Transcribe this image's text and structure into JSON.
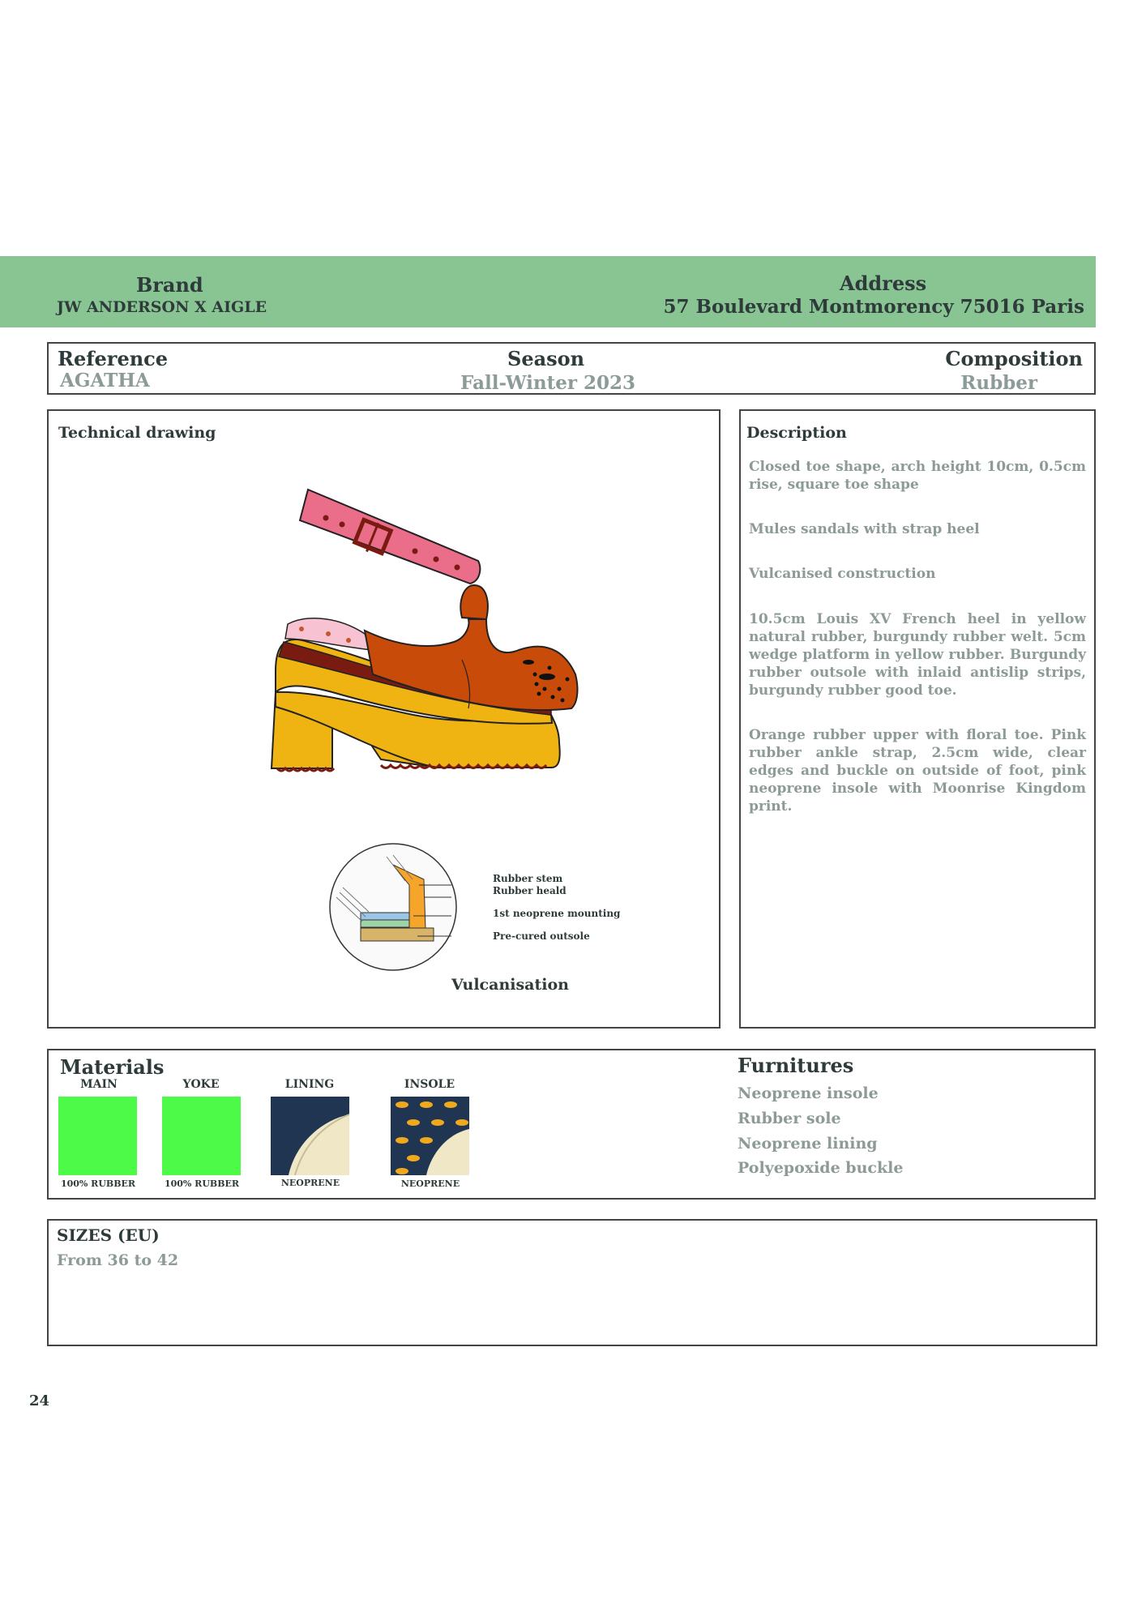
{
  "header": {
    "brand_title": "Brand",
    "brand_value": "JW ANDERSON X AIGLE",
    "address_title": "Address",
    "address_value": "57 Boulevard Montmorency 75016 Paris",
    "band_color": "#88c593"
  },
  "reference": {
    "reference_title": "Reference",
    "reference_value": "AGATHA",
    "season_title": "Season",
    "season_value": "Fall-Winter 2023",
    "composition_title": "Composition",
    "composition_value": "Rubber"
  },
  "technical_drawing": {
    "title": "Technical drawing",
    "callouts": [
      "Rubber stem",
      "Rubber heald",
      "1st neoprene mounting",
      "Pre-cured outsole"
    ],
    "caption": "Vulcanisation"
  },
  "description": {
    "title": "Description",
    "paragraphs": [
      "Closed toe shape, arch height 10cm, 0.5cm rise, square toe shape",
      "Mules sandals with strap heel",
      "Vulcanised construction",
      "10.5cm Louis XV French heel in yellow natural rubber, burgundy rubber welt. 5cm wedge platform in yellow rubber. Burgundy rubber outsole with inlaid antislip strips, burgundy rubber good toe.",
      "Orange rubber upper with floral toe. Pink rubber ankle strap, 2.5cm wide, clear edges and buckle on outside of foot, pink neoprene insole with Moonrise Kingdom print."
    ]
  },
  "materials": {
    "title": "Materials",
    "swatches": [
      {
        "label": "MAIN",
        "caption": "100% RUBBER",
        "color": "#4dfa47"
      },
      {
        "label": "YOKE",
        "caption": "100% RUBBER",
        "color": "#4dfa47"
      },
      {
        "label": "LINING",
        "caption": "NEOPRENE",
        "color": "#1f3552"
      },
      {
        "label": "INSOLE",
        "caption": "NEOPRENE",
        "color": "#1f3552"
      }
    ]
  },
  "furnitures": {
    "title": "Furnitures",
    "items": [
      "Neoprene insole",
      "Rubber sole",
      "Neoprene lining",
      "Polyepoxide buckle"
    ]
  },
  "sizes": {
    "title": "SIZES (EU)",
    "value": "From 36 to 42"
  },
  "page_number": "24"
}
